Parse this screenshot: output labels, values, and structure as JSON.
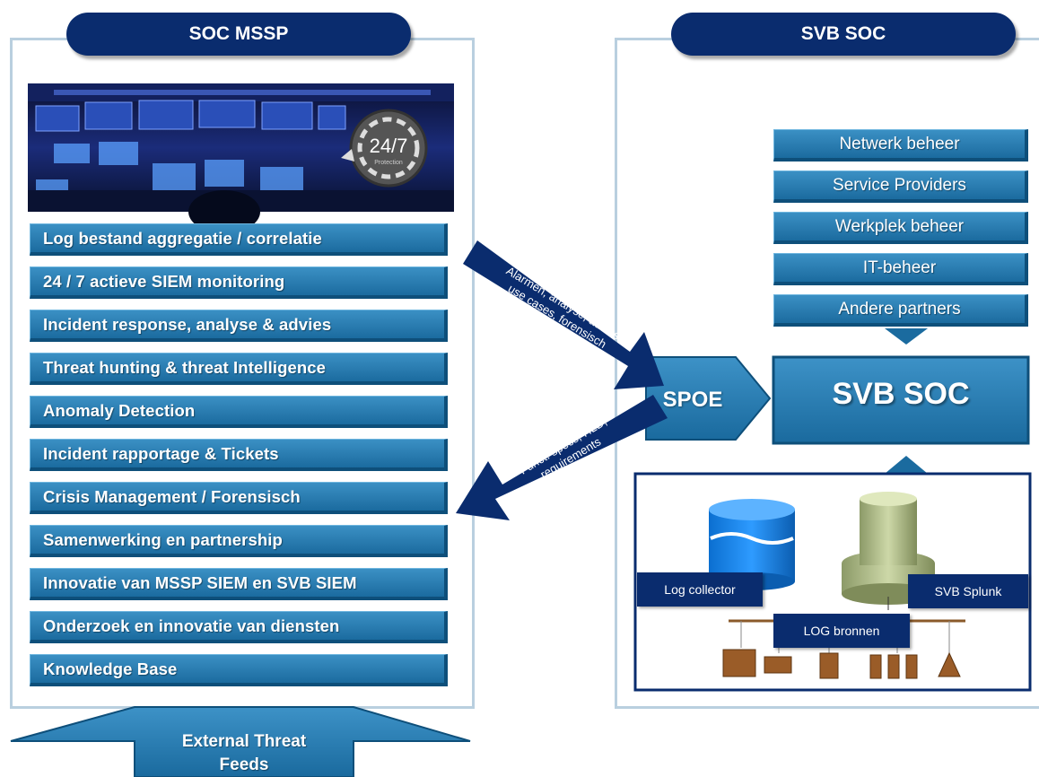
{
  "left_panel": {
    "title": "SOC MSSP",
    "badge_text": "24/7",
    "badge_sub": "Protection",
    "services": [
      "Log bestand aggregatie / correlatie",
      "24 / 7 actieve SIEM monitoring",
      "Incident response, analyse & advies",
      "Threat hunting & threat Intelligence",
      "Anomaly Detection",
      "Incident rapportage & Tickets",
      "Crisis Management / Forensisch",
      "Samenwerking en partnership",
      "Innovatie van MSSP SIEM en SVB SIEM",
      "Onderzoek en innovatie van diensten",
      "Knowledge Base"
    ]
  },
  "right_panel": {
    "title": "SVB SOC",
    "partners": [
      "Netwerk beheer",
      "Service Providers",
      "Werkplek beheer",
      "IT-beheer",
      "Andere partners"
    ],
    "soc_label": "SVB SOC",
    "spoe_label": "SPOE",
    "log_collector": "Log collector",
    "splunk": "SVB Splunk",
    "log_sources": "LOG bronnen"
  },
  "arrows": {
    "to_spoe": [
      "Alarmen, analyse, advies,",
      "use cases, forensisch"
    ],
    "to_mssp": [
      "Funct. specs, HLD,",
      "requirements"
    ]
  },
  "feeds": {
    "line1": "External Threat",
    "line2": "Feeds"
  }
}
